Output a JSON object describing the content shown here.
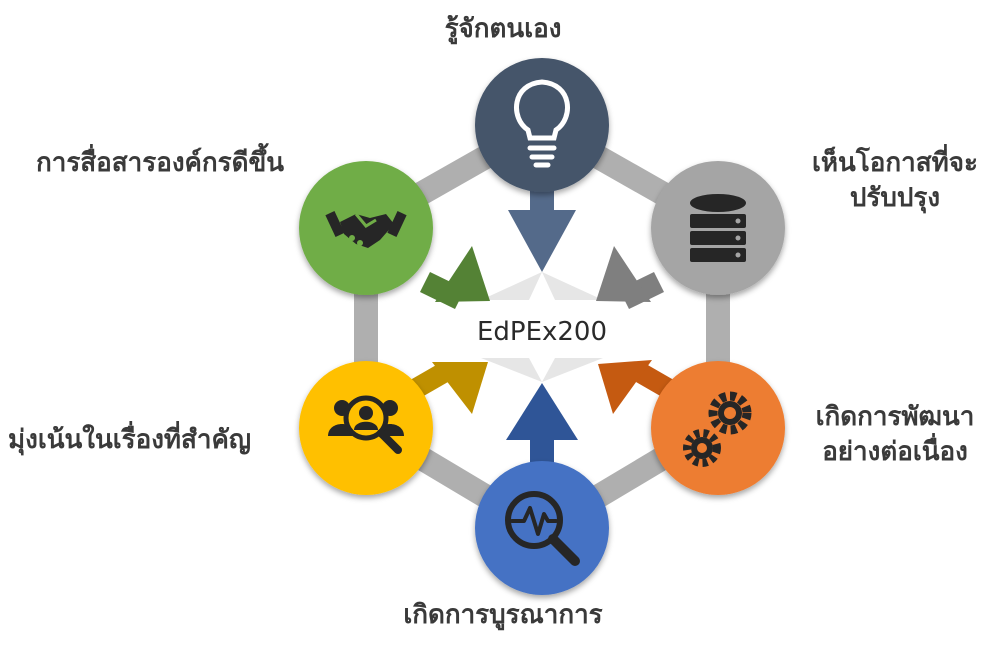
{
  "center_label": "EdPEx200",
  "nodes": [
    {
      "id": "top",
      "label_lines": [
        "รู้จักตนเอง"
      ],
      "icon": "lightbulb-icon",
      "color": "#44546A"
    },
    {
      "id": "top-right",
      "label_lines": [
        "เห็นโอกาสที่จะ",
        "ปรับปรุง"
      ],
      "icon": "database-icon",
      "color": "#A5A5A5"
    },
    {
      "id": "bottom-right",
      "label_lines": [
        "เกิดการพัฒนา",
        "อย่างต่อเนื่อง"
      ],
      "icon": "gears-icon",
      "color": "#ED7D31"
    },
    {
      "id": "bottom",
      "label_lines": [
        "เกิดการบูรณาการ"
      ],
      "icon": "magnifier-pulse-icon",
      "color": "#4472C4"
    },
    {
      "id": "bottom-left",
      "label_lines": [
        "มุ่งเน้นในเรื่องที่สำคัญ"
      ],
      "icon": "people-search-icon",
      "color": "#FFC000"
    },
    {
      "id": "top-left",
      "label_lines": [
        "การสื่อสารองค์กรดีขึ้น"
      ],
      "icon": "handshake-icon",
      "color": "#70AD47"
    }
  ],
  "colors": {
    "hex_frame": "#AFAFAF",
    "icon": "#262626",
    "inner_shade": "#E6E6E6",
    "label_text": "#3A3A3A",
    "arrow_top": "#546A8A",
    "arrow_top_right": "#7F7F7F",
    "arrow_bottom_right": "#C55A11",
    "arrow_bottom": "#2F5597",
    "arrow_bottom_left": "#BF9000",
    "arrow_top_left": "#548235"
  }
}
